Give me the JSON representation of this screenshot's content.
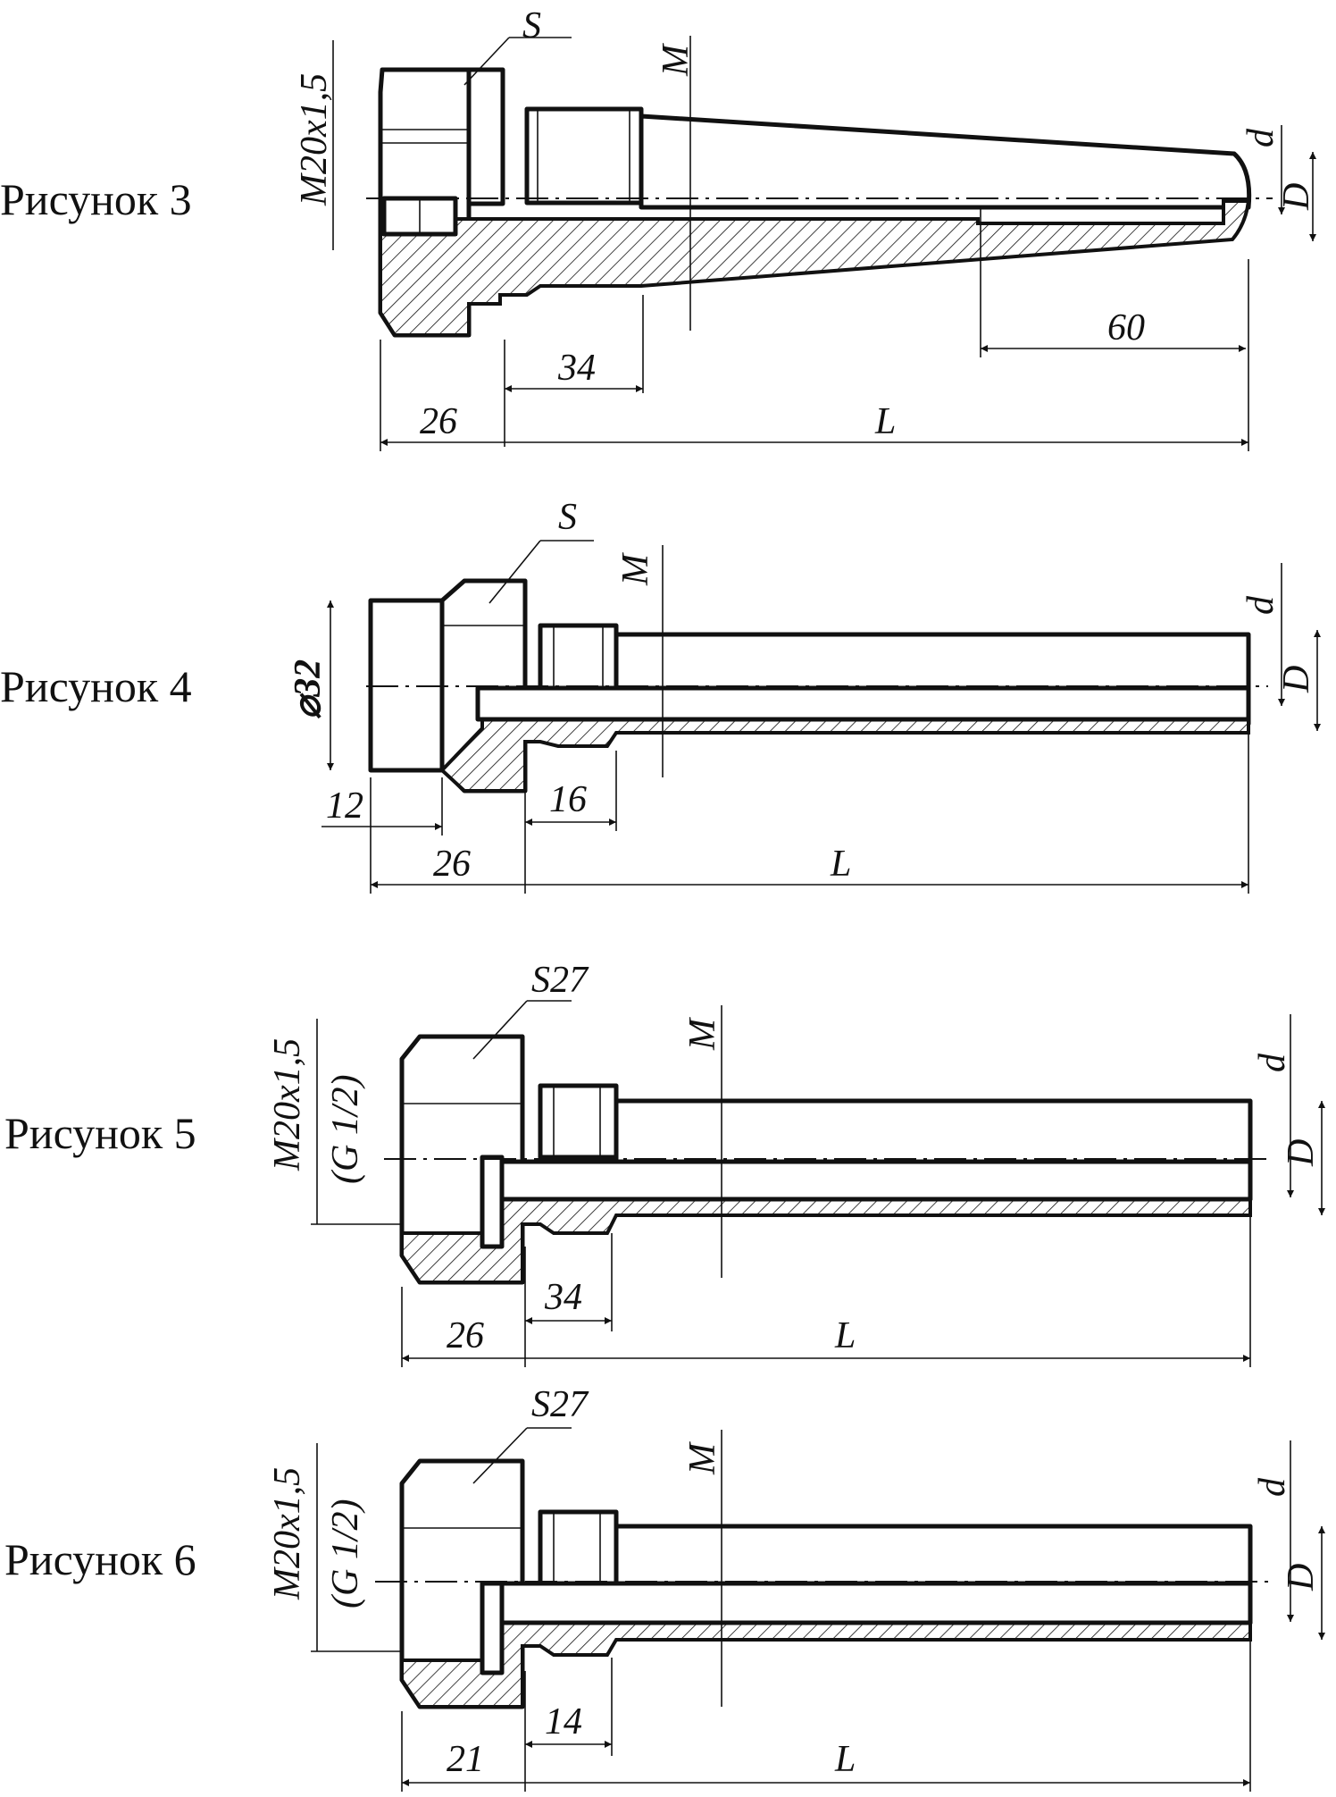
{
  "figures": [
    {
      "caption": "Рисунок 3",
      "labels": {
        "hex": "S",
        "thread_side": "M20x1,5",
        "m": "M",
        "d": "d",
        "D": "D"
      },
      "dims": {
        "thread_len": "34",
        "head": "26",
        "length": "L",
        "tip": "60"
      }
    },
    {
      "caption": "Рисунок 4",
      "labels": {
        "hex": "S",
        "diameter": "⌀32",
        "m": "M",
        "d": "d",
        "D": "D"
      },
      "dims": {
        "flange": "12",
        "thread_len": "16",
        "head": "26",
        "length": "L"
      }
    },
    {
      "caption": "Рисунок 5",
      "labels": {
        "hex": "S27",
        "thread_side": "M20x1,5",
        "thread_side_alt": "(G 1/2)",
        "m": "M",
        "d": "d",
        "D": "D"
      },
      "dims": {
        "thread_len": "34",
        "head": "26",
        "length": "L"
      }
    },
    {
      "caption": "Рисунок 6",
      "labels": {
        "hex": "S27",
        "thread_side": "M20x1,5",
        "thread_side_alt": "(G 1/2)",
        "m": "M",
        "d": "d",
        "D": "D"
      },
      "dims": {
        "thread_len": "14",
        "head": "21",
        "length": "L"
      }
    }
  ]
}
